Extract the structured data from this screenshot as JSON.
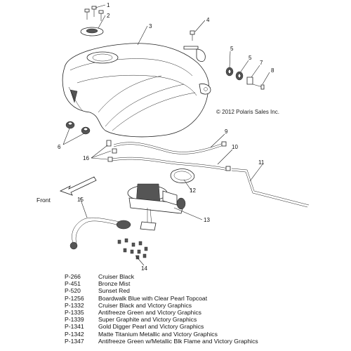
{
  "callouts": [
    "1",
    "2",
    "3",
    "4",
    "5",
    "5",
    "7",
    "8",
    "6",
    "9",
    "10",
    "11",
    "12",
    "13",
    "14",
    "15",
    "16"
  ],
  "copyright": "© 2012 Polaris Sales Inc.",
  "direction_label": "Front",
  "legend": [
    {
      "code": "P-266",
      "desc": "Cruiser Black"
    },
    {
      "code": "P-451",
      "desc": "Bronze Mist"
    },
    {
      "code": "P-520",
      "desc": "Sunset Red"
    },
    {
      "code": "P-1256",
      "desc": "Boardwalk Blue with Clear Pearl Topcoat"
    },
    {
      "code": "P-1332",
      "desc": "Cruiser Black and Victory Graphics"
    },
    {
      "code": "P-1335",
      "desc": "Antifreeze Green and Victory Graphics"
    },
    {
      "code": "P-1339",
      "desc": "Super Graphite and Victory Graphics"
    },
    {
      "code": "P-1341",
      "desc": "Gold Digger Pearl and Victory Graphics"
    },
    {
      "code": "P-1342",
      "desc": "Matte Titanium Metallic and Victory Graphics"
    },
    {
      "code": "P-1347",
      "desc": "Antifreeze Green w/Metallic Blk Flame and Victory Graphics"
    }
  ]
}
